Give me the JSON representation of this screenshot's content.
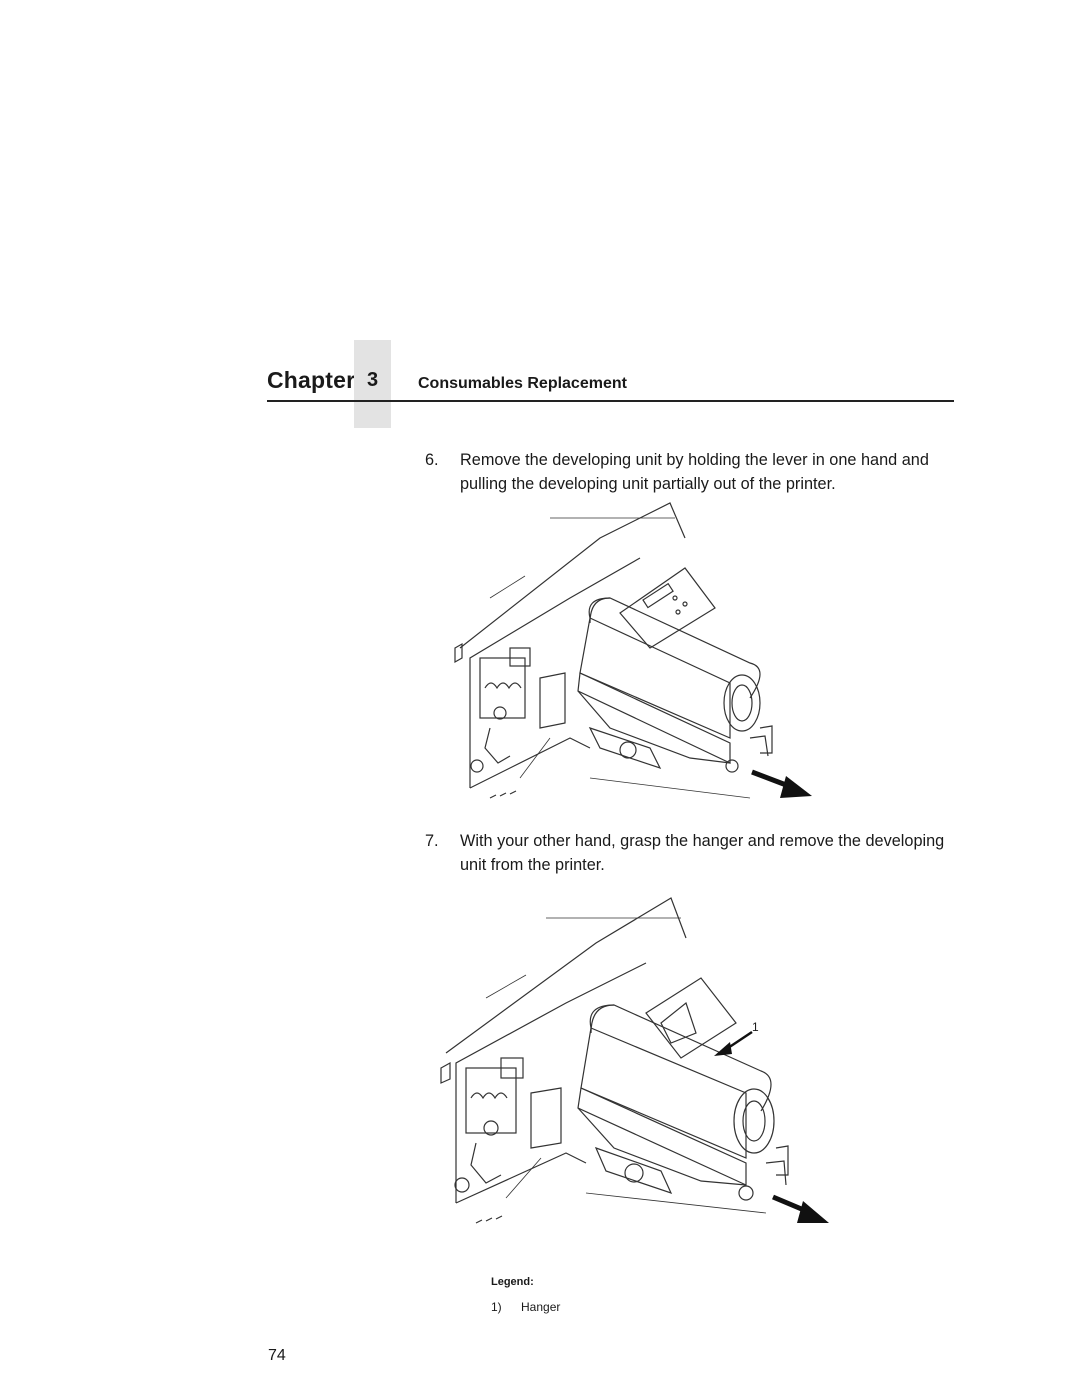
{
  "header": {
    "chapter_word": "Chapter",
    "chapter_number": "3",
    "section_title": "Consumables Replacement"
  },
  "steps": [
    {
      "number": "6.",
      "text": "Remove the developing unit by holding the lever in one hand and pulling the developing unit partially out of the printer."
    },
    {
      "number": "7.",
      "text": "With your other hand, grasp the hanger and remove the developing unit from the printer."
    }
  ],
  "figure2": {
    "callout": "1"
  },
  "legend": {
    "title": "Legend:",
    "items": [
      {
        "number": "1)",
        "label": "Hanger"
      }
    ]
  },
  "page_number": "74"
}
